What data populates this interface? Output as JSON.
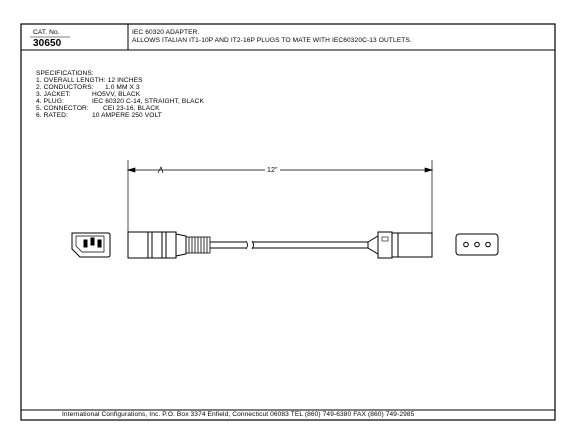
{
  "title_block": {
    "cat_label": "CAT. No.",
    "cat_number": "30650",
    "description_line1": "IEC 60320 ADAPTER.",
    "description_line2": "ALLOWS ITALIAN IT1-10P AND IT2-16P PLUGS TO MATE WITH IEC60320C-13 OUTLETS."
  },
  "specifications": {
    "heading": "SPECIFICATIONS:",
    "items": [
      {
        "label": "1. OVERALL LENGTH: 12 INCHES",
        "value": ""
      },
      {
        "label": "2. CONDUCTORS:",
        "value": "1.0 MM X 3"
      },
      {
        "label": "3. JACKET:",
        "value": "HO5VV, BLACK"
      },
      {
        "label": "4. PLUG:",
        "value": "IEC 60320 C-14, STRAIGHT, BLACK"
      },
      {
        "label": "5. CONNECTOR:",
        "value": "CEI 23-16, BLACK"
      },
      {
        "label": "6. RATED:",
        "value": "10 AMPERE 250 VOLT"
      }
    ]
  },
  "drawing": {
    "dimension_label": "12\""
  },
  "footer": {
    "text": "International Configurations, Inc. P.O. Box 3374 Enfield, Connecticut 06083 TEL (860) 749-6380 FAX (860) 749-2985"
  }
}
